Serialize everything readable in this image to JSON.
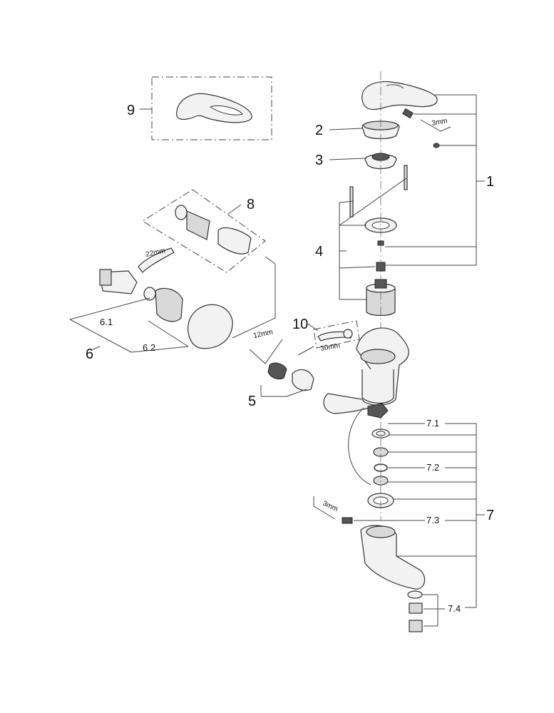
{
  "callouts": {
    "c1": "1",
    "c2": "2",
    "c3": "3",
    "c4": "4",
    "c5": "5",
    "c6": "6",
    "c6_1": "6.1",
    "c6_2": "6.2",
    "c7": "7",
    "c7_1": "7.1",
    "c7_2": "7.2",
    "c7_3": "7.3",
    "c7_4": "7.4",
    "c8": "8",
    "c9": "9",
    "c10": "10"
  },
  "tools": {
    "hex_3mm_top": "3mm",
    "wrench_22mm": "22mm",
    "hex_12mm": "12mm",
    "wrench_30mm": "30mm",
    "hex_3mm_bottom": "3mm"
  }
}
